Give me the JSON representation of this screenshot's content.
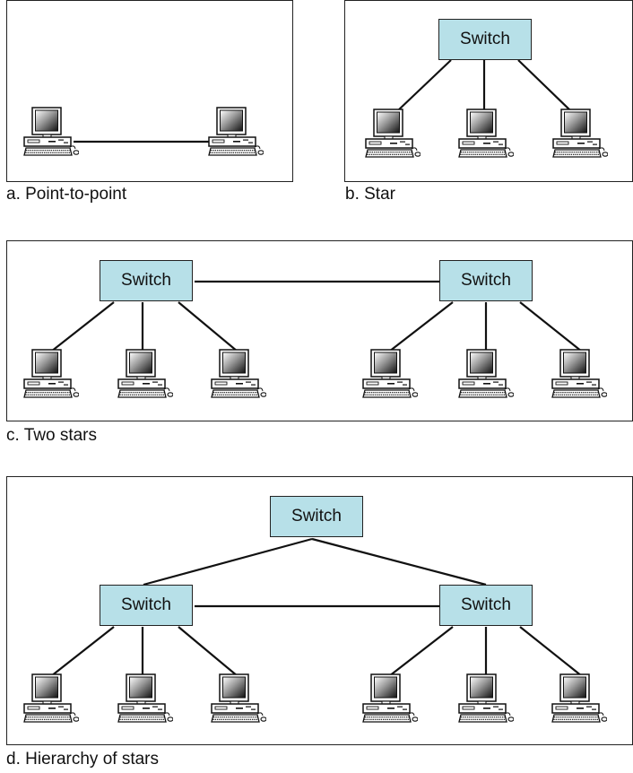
{
  "switch_label": "Switch",
  "captions": {
    "a": "a. Point-to-point",
    "b": "b. Star",
    "c": "c. Two stars",
    "d": "d. Hierarchy of stars"
  },
  "colors": {
    "switch_fill": "#b7e0e8",
    "line": "#111111"
  }
}
